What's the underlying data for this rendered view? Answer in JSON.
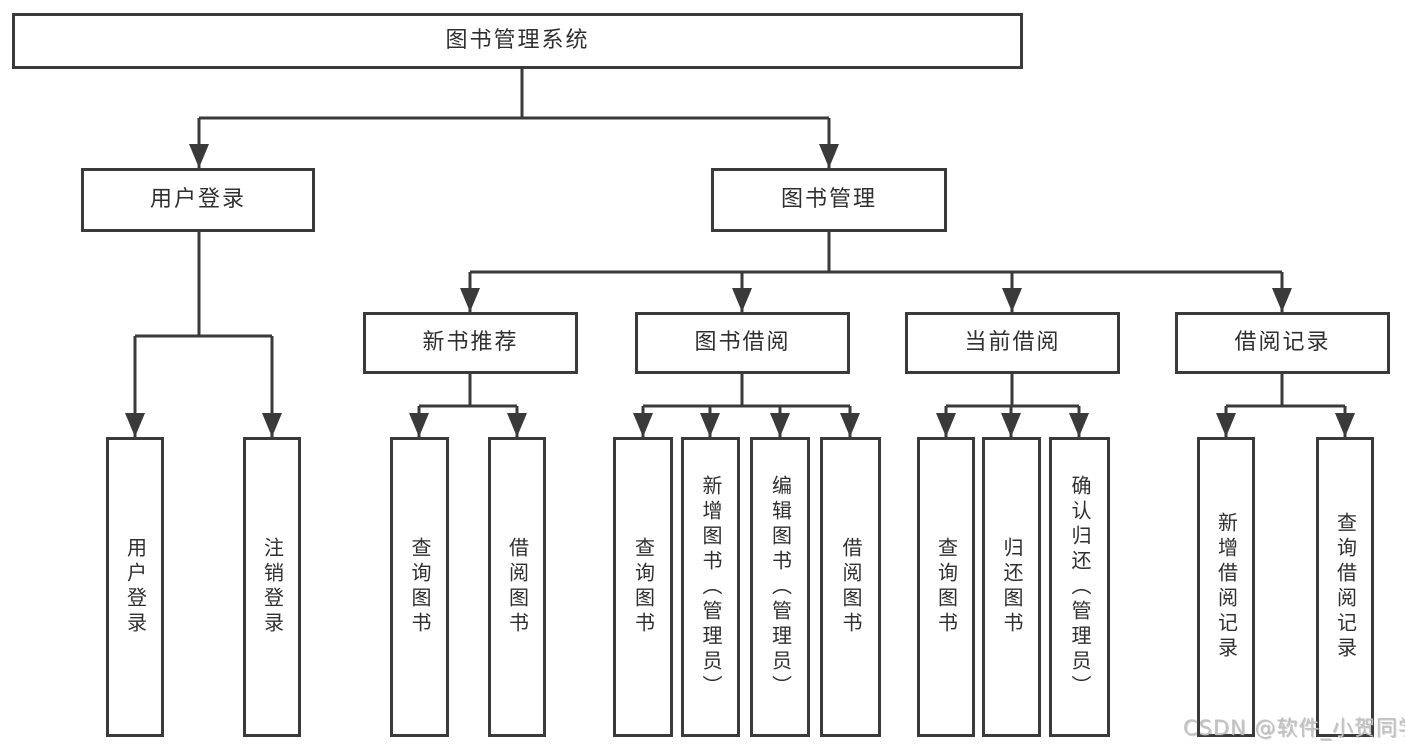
{
  "tree": {
    "label": "图书管理系统",
    "children": [
      {
        "label": "用户登录",
        "children": [
          {
            "label": "用户登录"
          },
          {
            "label": "注销登录"
          }
        ]
      },
      {
        "label": "图书管理",
        "children": [
          {
            "label": "新书推荐",
            "children": [
              {
                "label": "查询图书"
              },
              {
                "label": "借阅图书"
              }
            ]
          },
          {
            "label": "图书借阅",
            "children": [
              {
                "label": "查询图书"
              },
              {
                "label": "新增图书（管理员）"
              },
              {
                "label": "编辑图书（管理员）"
              },
              {
                "label": "借阅图书"
              }
            ]
          },
          {
            "label": "当前借阅",
            "children": [
              {
                "label": "查询图书"
              },
              {
                "label": "归还图书"
              },
              {
                "label": "确认归还（管理员）"
              }
            ]
          },
          {
            "label": "借阅记录",
            "children": [
              {
                "label": "新增借阅记录"
              },
              {
                "label": "查询借阅记录"
              }
            ]
          }
        ]
      }
    ]
  },
  "watermark": {
    "text": "CSDN @软件_小贺同学"
  },
  "colors": {
    "line": "#3a3a3a",
    "box_border": "#3a3a3a",
    "box_background": "#ffffff",
    "text": "#2f2f2f",
    "watermark": "#c2c2c2",
    "background": "#ffffff"
  }
}
